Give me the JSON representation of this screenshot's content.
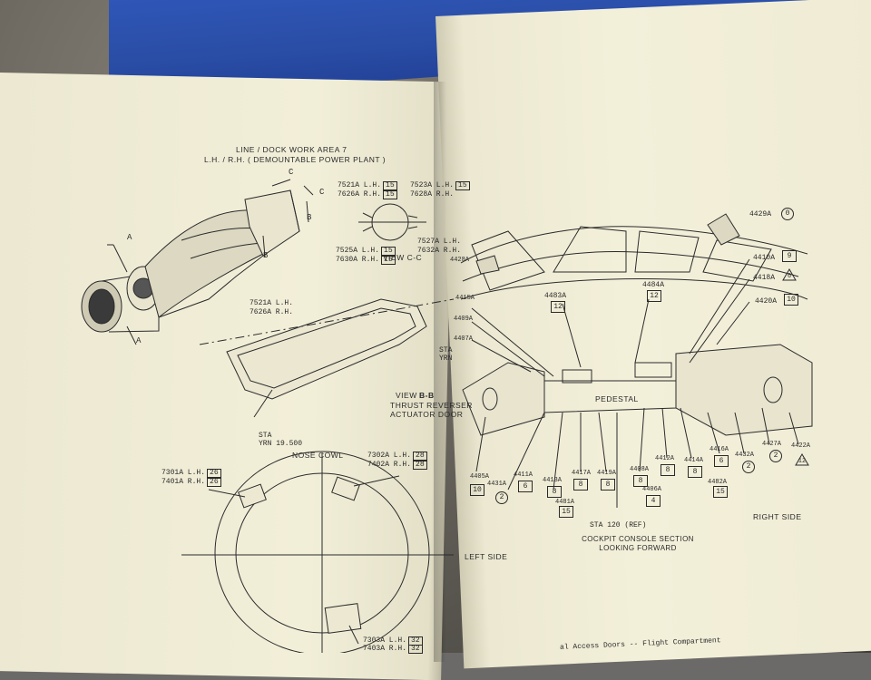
{
  "left_page": {
    "title_line1": "LINE / DOCK WORK AREA 7",
    "title_line2": "L.H. / R.H. ( DEMOUNTABLE POWER PLANT )",
    "section_letters": {
      "c1": "C",
      "c2": "C",
      "a1": "A",
      "a2": "A",
      "b1": "B",
      "b2": "B"
    },
    "view_cc": {
      "callout_tl": {
        "text": "7521A L.H.",
        "tag": "15"
      },
      "callout_tl2": {
        "text": "7626A R.H.",
        "tag": "15"
      },
      "callout_tr": {
        "text": "7523A L.H.",
        "tag": "15"
      },
      "callout_tr2": {
        "text": "7628A R.H."
      },
      "callout_bl": {
        "text": "7525A L.H.",
        "tag": "15"
      },
      "callout_bl2": {
        "text": "7630A R.H.",
        "tag": "15"
      },
      "callout_br": {
        "text": "7527A L.H."
      },
      "callout_br2": {
        "text": "7632A R.H."
      },
      "label": "VIEW C-C"
    },
    "view_bb": {
      "callout1": "7521A L.H.",
      "callout2": "7626A R.H.",
      "label_view": "VIEW",
      "label_bb": "B-B",
      "caption1": "THRUST REVERSER",
      "caption2": "ACTUATOR DOOR",
      "sta_right1": "STA",
      "sta_right2": "YRN",
      "sta_left1": "STA",
      "sta_left2": "YRN 19.500"
    },
    "nose_cowl": {
      "label": "NOSE COWL",
      "c1": {
        "text": "7301A L.H.",
        "tag": "26"
      },
      "c2": {
        "text": "7401A R.H.",
        "tag": "26"
      },
      "c3": {
        "text": "7302A L.H.",
        "tag": "28"
      },
      "c4": {
        "text": "7402A R.H.",
        "tag": "28"
      },
      "c5": {
        "text": "7303A L.H.",
        "tag": "32"
      },
      "c6": {
        "text": "7403A R.H.",
        "tag": "32"
      }
    }
  },
  "right_page": {
    "top": {
      "p4429": "4429A",
      "t4429": "0",
      "p4428": "4428A",
      "p4483": "4483A",
      "t4483": "12",
      "p4484": "4484A",
      "t4484": "12",
      "p4410": "4410A",
      "t4410": "9",
      "p4418": "4418A",
      "t4418": "6",
      "p4420": "4420A",
      "t4420": "10",
      "p4415": "4415A",
      "p4409": "4409A",
      "p4407": "4407A"
    },
    "pedestal": "PEDESTAL",
    "bottom": {
      "p4405": "4405A",
      "t4405": "10",
      "p4431": "4431A",
      "t4431": "2",
      "p4411": "4411A",
      "t4411": "6",
      "p4413": "4413A",
      "t4413": "8",
      "p4417": "4417A",
      "t4417": "8",
      "p4419": "4419A",
      "t4419": "8",
      "p4481": "4481A",
      "t4481": "15",
      "p4408": "4408A",
      "t4408": "8",
      "p4406": "4406A",
      "t4406": "4",
      "p4412": "4412A",
      "t4412": "8",
      "p4414": "4414A",
      "t4414": "8",
      "p4416": "4416A",
      "t4416": "6",
      "p4482": "4482A",
      "t4482": "15",
      "p4432": "4432A",
      "t4432": "2",
      "p4427": "4427A",
      "t4427": "2",
      "p4422": "4422A",
      "t4422": "12"
    },
    "sta": "STA 120 (REF)",
    "caption1": "COCKPIT CONSOLE SECTION",
    "caption2": "LOOKING FORWARD",
    "left_side": "LEFT SIDE",
    "right_side": "RIGHT SIDE",
    "footer": "al Access Doors -- Flight Compartment"
  }
}
